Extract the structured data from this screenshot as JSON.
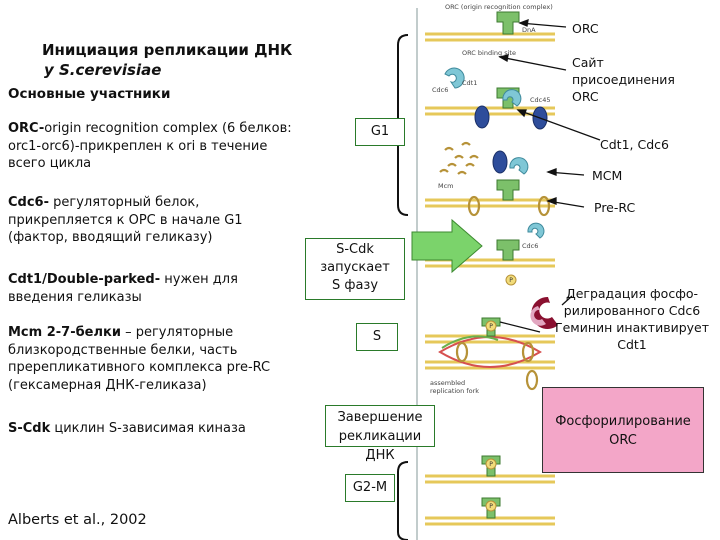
{
  "title_line1": "Инициация репликации ДНК",
  "title_line2": "у S.cerevisiae",
  "subtitle": "Основные участники",
  "items": [
    {
      "term": "ORC-",
      "text": "origin recognition complex (6 белков: orc1-orc6)-прикреплен к ori в течение всего цикла"
    },
    {
      "term": "Cdc6-",
      "text": " регуляторный белок, прикрепляется к ОРС в начале G1 (фактор, вводящий геликазу)"
    },
    {
      "term": "Cdt1/Double-parked-",
      "text": " нужен для введения геликазы"
    },
    {
      "term": "Mcm 2-7-белки",
      "text": " – регуляторные близкородственные белки, часть пререпликативного комплекса pre-RC (гексамерная ДНК-геликаза)"
    },
    {
      "term": "S-Cdk",
      "text": " циклин S-зависимая киназа"
    }
  ],
  "citation": "Alberts et al., 2002",
  "phases": {
    "g1": "G1",
    "scdk_line1": "S-Cdk",
    "scdk_line2": "запускает",
    "scdk_line3": "S фазу",
    "s": "S",
    "end_line1": "Завершение",
    "end_line2": "рекликации ДНК",
    "g2m": "G2-M"
  },
  "labels": {
    "orc": "ORC",
    "site_line1": "Сайт",
    "site_line2": "присоединения",
    "site_line3": "ORC",
    "cdt1": "Cdt1, Cdc6",
    "mcm": "MCM",
    "prerc": "Pre-RC",
    "degr_line1": "Деградация фосфо-",
    "degr_line2": "рилированного Cdc6",
    "degr_line3": "Геминин инактивирует",
    "degr_line4": "Cdt1",
    "phos_line1": "Фосфорилирование",
    "phos_line2": "ORC"
  },
  "diagram_labels": {
    "orc_small": "ORC (origin recognition complex)",
    "orc_binding": "ORC binding site",
    "cdc6": "Cdc6",
    "cdt1": "Cdt1",
    "cdc45": "Cdc45",
    "mcm": "Mcm",
    "cdc6b": "Cdc6",
    "dna": "DnA",
    "assembled": "assembled",
    "fork": "replication fork",
    "p": "P"
  },
  "colors": {
    "dna_yellow": "#f2dc7a",
    "orc_green": "#7cc06a",
    "cdc6_teal": "#7fc7d6",
    "cdt1_blue": "#2e4d9b",
    "mcm_tan": "#c9a84a",
    "arrow_green": "#7bd36b",
    "pink_box": "#f3a6c8",
    "dark_red": "#8a1030"
  }
}
